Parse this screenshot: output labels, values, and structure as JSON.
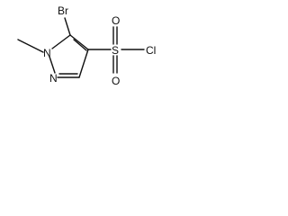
{
  "molecule": {
    "atoms": {
      "br": "Br",
      "n1": "N",
      "n2": "N",
      "s": "S",
      "o_top": "O",
      "o_bottom": "O",
      "cl": "Cl"
    }
  }
}
